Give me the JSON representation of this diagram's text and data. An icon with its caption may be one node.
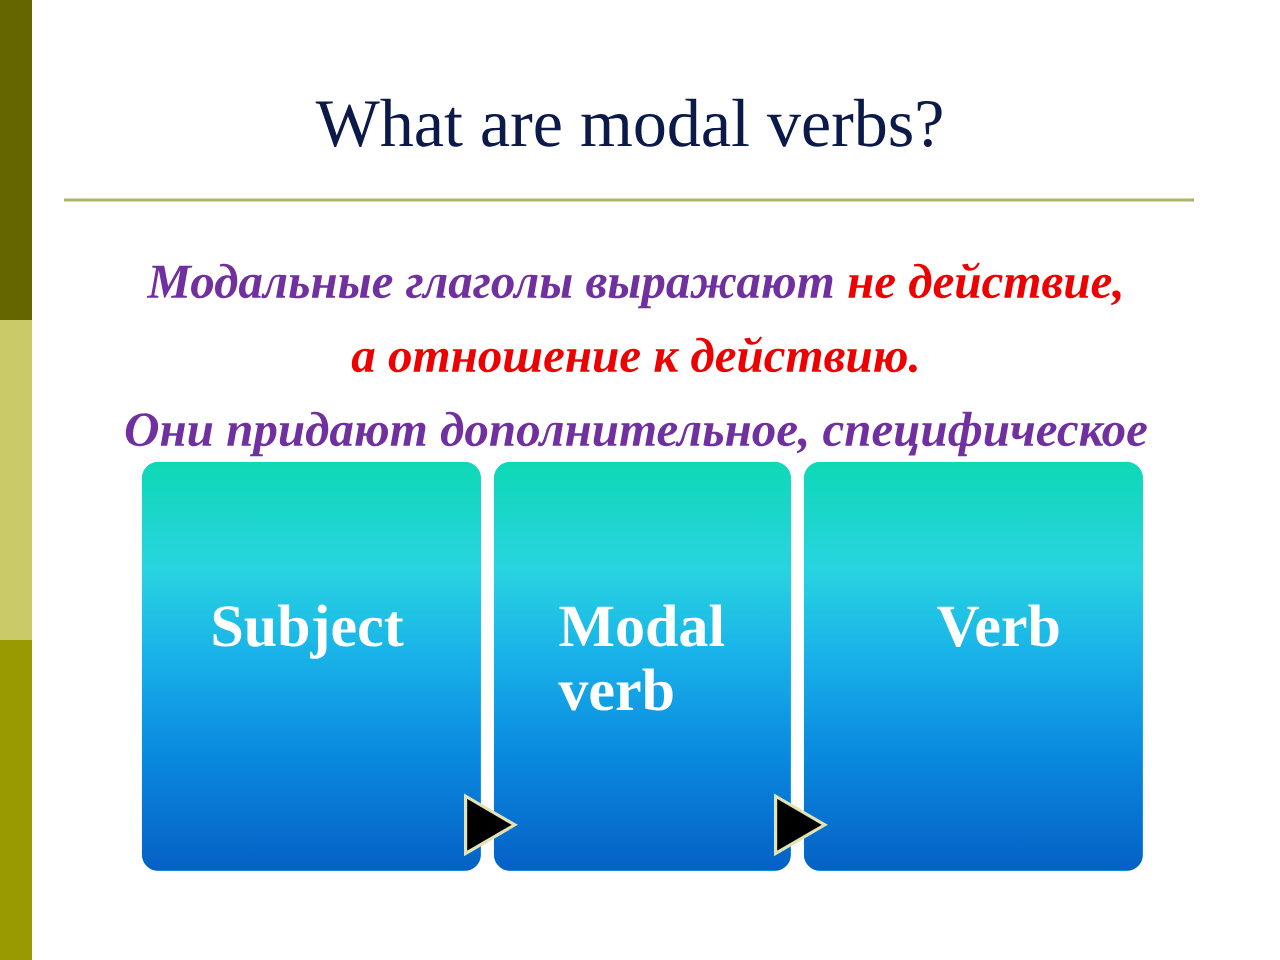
{
  "diagram": {
    "title": "What are modal verbs?",
    "nodes": [
      {
        "text": [
          "Subject"
        ]
      },
      {
        "text": [
          "Modal verb"
        ]
      },
      {
        "text": [
          "Verb"
        ]
      }
    ],
    "edges": [
      {
        "from": 0,
        "to": 1,
        "arrow": "to"
      },
      {
        "from": 1,
        "to": 2,
        "arrow": "to"
      }
    ],
    "labels": [
      "Модальные глаголы выражают",
      "не действие,",
      "а отношение к действию.",
      "Они придают дополнительное, специфическое"
    ]
  }
}
